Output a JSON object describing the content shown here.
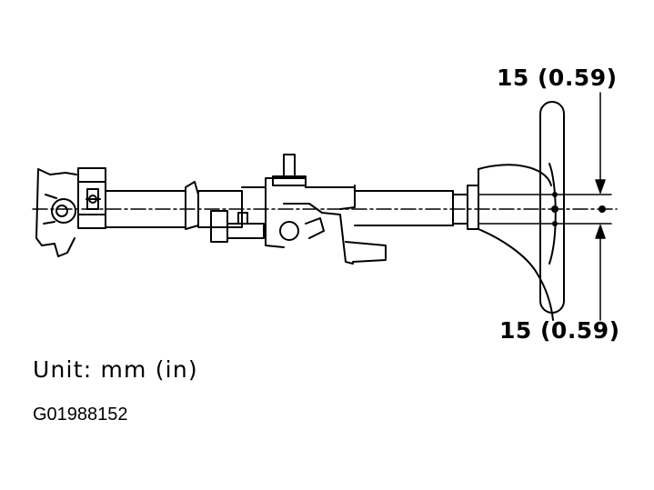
{
  "labels": {
    "dimension_top": "15 (0.59)",
    "dimension_bottom": "15 (0.59)",
    "unit": "Unit: mm (in)",
    "figure_code": "G01988152"
  },
  "colors": {
    "ink": "#000000",
    "paper": "#ffffff"
  }
}
